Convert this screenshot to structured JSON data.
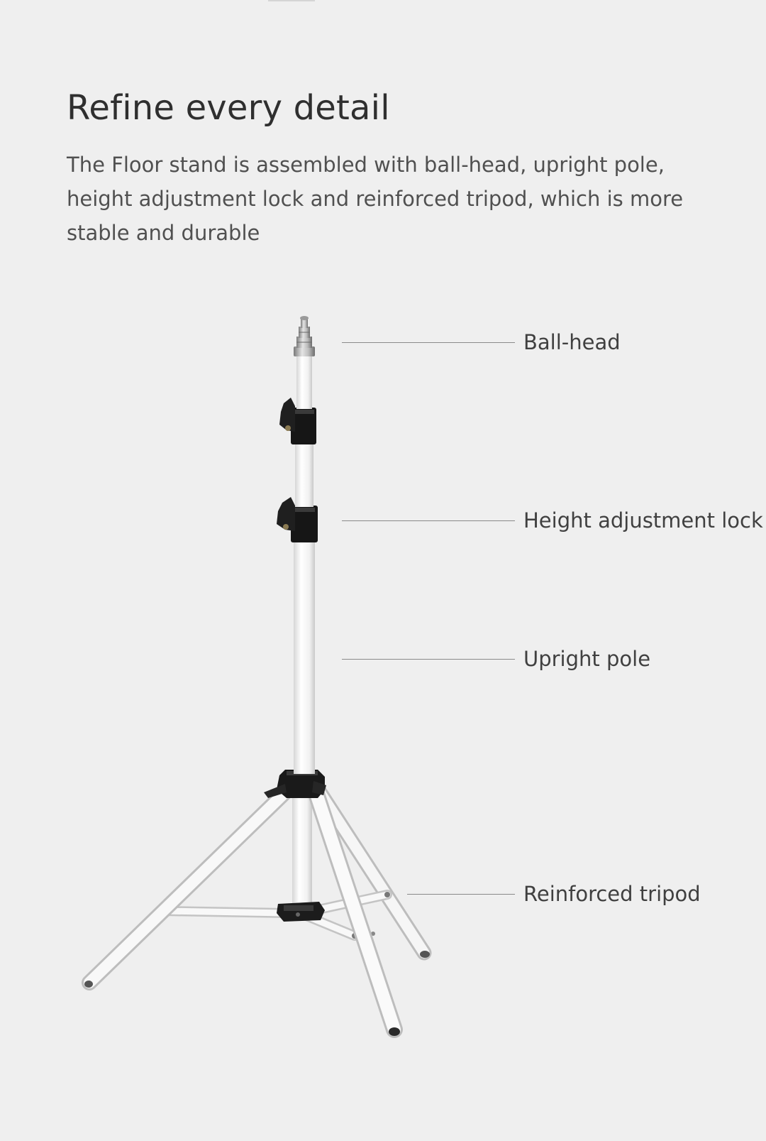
{
  "heading": "Refine every detail",
  "description": "The Floor stand is assembled with ball-head, upright pole, height adjustment lock and reinforced tripod, which is more stable and durable",
  "callouts": {
    "ball_head": "Ball-head",
    "height_lock": "Height adjustment lock",
    "upright_pole": "Upright pole",
    "tripod": "Reinforced tripod"
  },
  "colors": {
    "background": "#efefef",
    "heading_text": "#2f2f2f",
    "body_text": "#505050",
    "pole_white": "#f7f7f7",
    "clamp_black": "#1a1a1a",
    "callout_line": "#8a8a8a"
  },
  "illustration": "floor-stand-icon"
}
